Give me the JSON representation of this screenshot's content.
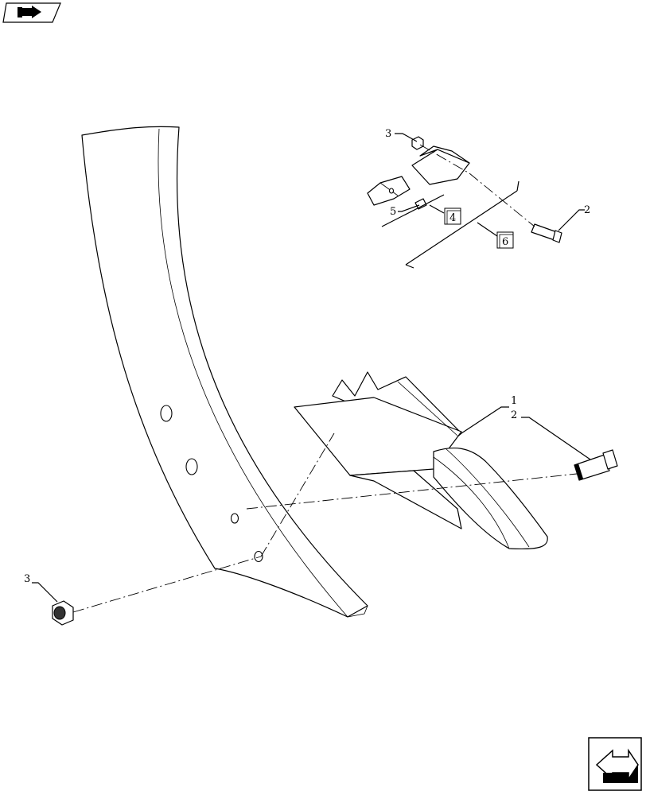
{
  "callouts": {
    "c1": "1",
    "c2_main": "2",
    "c3_main": "3",
    "c2_inset": "2",
    "c3_inset": "3",
    "c5_inset": "5",
    "c4_box": "4",
    "c6_box": "6"
  },
  "icons": {
    "top_left": "book-arrow-icon",
    "bottom_right": "next-page-arrow-icon"
  }
}
